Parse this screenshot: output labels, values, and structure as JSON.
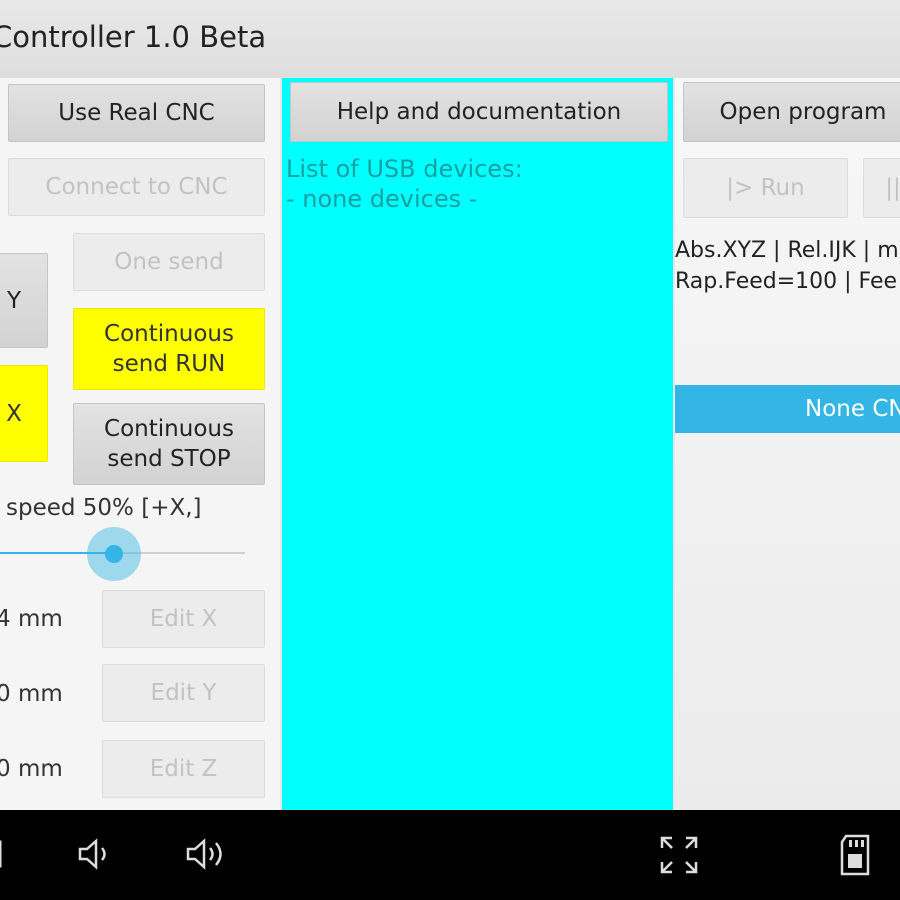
{
  "app": {
    "title": "Controller 1.0 Beta"
  },
  "left": {
    "use_real_cnc": "Use Real CNC",
    "connect_to_cnc": "Connect to CNC",
    "one_send": "One send",
    "continuous_run": "Continuous send RUN",
    "continuous_stop": "Continuous send STOP",
    "jog_y": "Y",
    "jog_x": "X",
    "speed_label": "speed 50% [+X,]",
    "speed_percent": 50,
    "pos_x": "4 mm",
    "pos_y": "0 mm",
    "pos_z": "0 mm",
    "edit_x": "Edit X",
    "edit_y": "Edit Y",
    "edit_z": "Edit Z"
  },
  "middle": {
    "help_button": "Help and documentation",
    "usb_title": "List of USB devices:",
    "usb_list": "- none devices -"
  },
  "right": {
    "open_program": "Open program",
    "run_button": "|> Run",
    "pause_button": "||",
    "mode_line": "Abs.XYZ | Rel.IJK | m",
    "feed_line": "Rap.Feed=100 | Fee",
    "status": "None CN"
  },
  "colors": {
    "accent": "#33b5e5",
    "cyan_panel": "#00ffff",
    "yellow": "#ffff00"
  },
  "navbar": {
    "icons": [
      "back-icon",
      "volume-down-icon",
      "volume-up-icon",
      "screenshot-icon",
      "sd-card-icon"
    ]
  }
}
